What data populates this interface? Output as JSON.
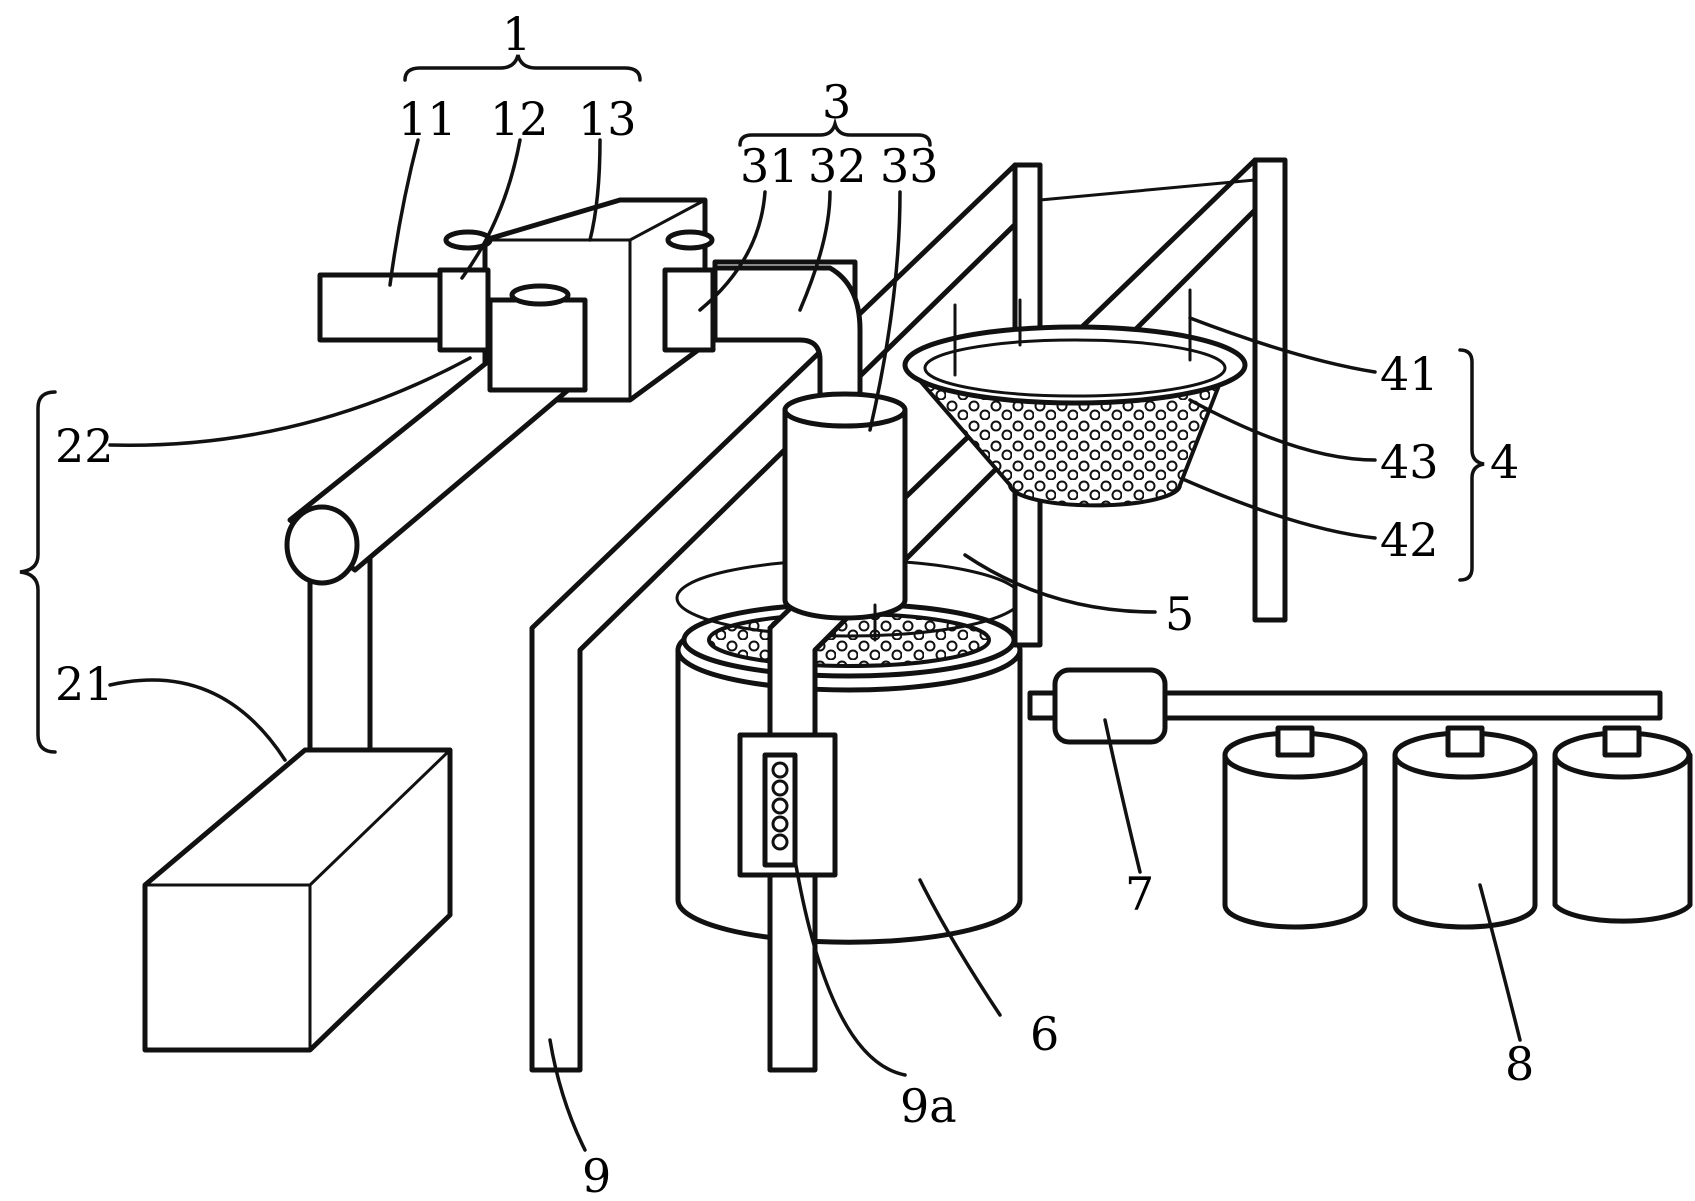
{
  "labels": {
    "l1": "1",
    "l11": "11",
    "l12": "12",
    "l13": "13",
    "l3": "3",
    "l31": "31",
    "l32": "32",
    "l33": "33",
    "l4": "4",
    "l41": "41",
    "l42": "42",
    "l43": "43",
    "l5": "5",
    "l6": "6",
    "l7": "7",
    "l8": "8",
    "l9": "9",
    "l9a": "9a",
    "l21": "21",
    "l22": "22"
  }
}
